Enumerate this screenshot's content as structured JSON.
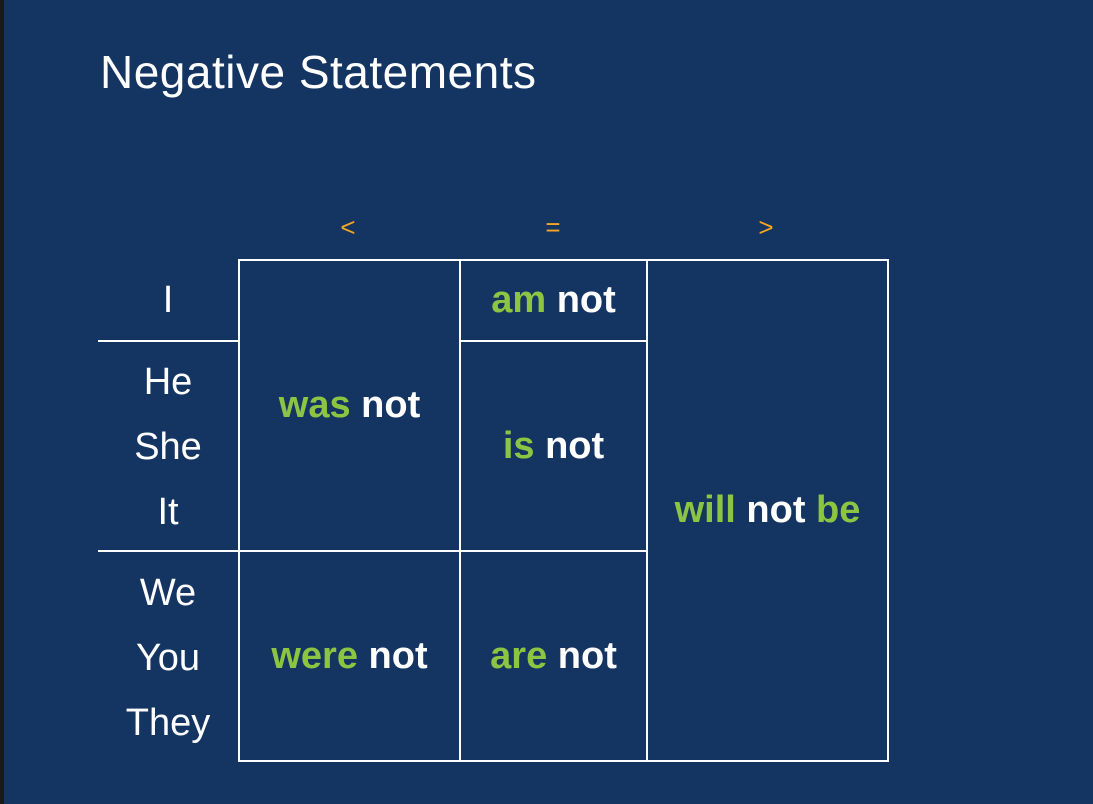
{
  "slide": {
    "title": "Negative Statements",
    "accent_color": "#f5a623",
    "verb_color": "#8cc542",
    "not_color": "#ffffff",
    "background": "#143462"
  },
  "columns": {
    "past_symbol": "<",
    "present_symbol": "=",
    "future_symbol": ">"
  },
  "pronouns": {
    "row1": [
      "I"
    ],
    "row2": [
      "He",
      "She",
      "It"
    ],
    "row3": [
      "We",
      "You",
      "They"
    ]
  },
  "cells": {
    "was_not": {
      "verb": "was",
      "neg": "not"
    },
    "were_not": {
      "verb": "were",
      "neg": "not"
    },
    "am_not": {
      "verb": "am",
      "neg": "not"
    },
    "is_not": {
      "verb": "is",
      "neg": "not"
    },
    "are_not": {
      "verb": "are",
      "neg": "not"
    },
    "will_not_be": {
      "verb": "will",
      "neg": "not",
      "aux": "be"
    }
  }
}
